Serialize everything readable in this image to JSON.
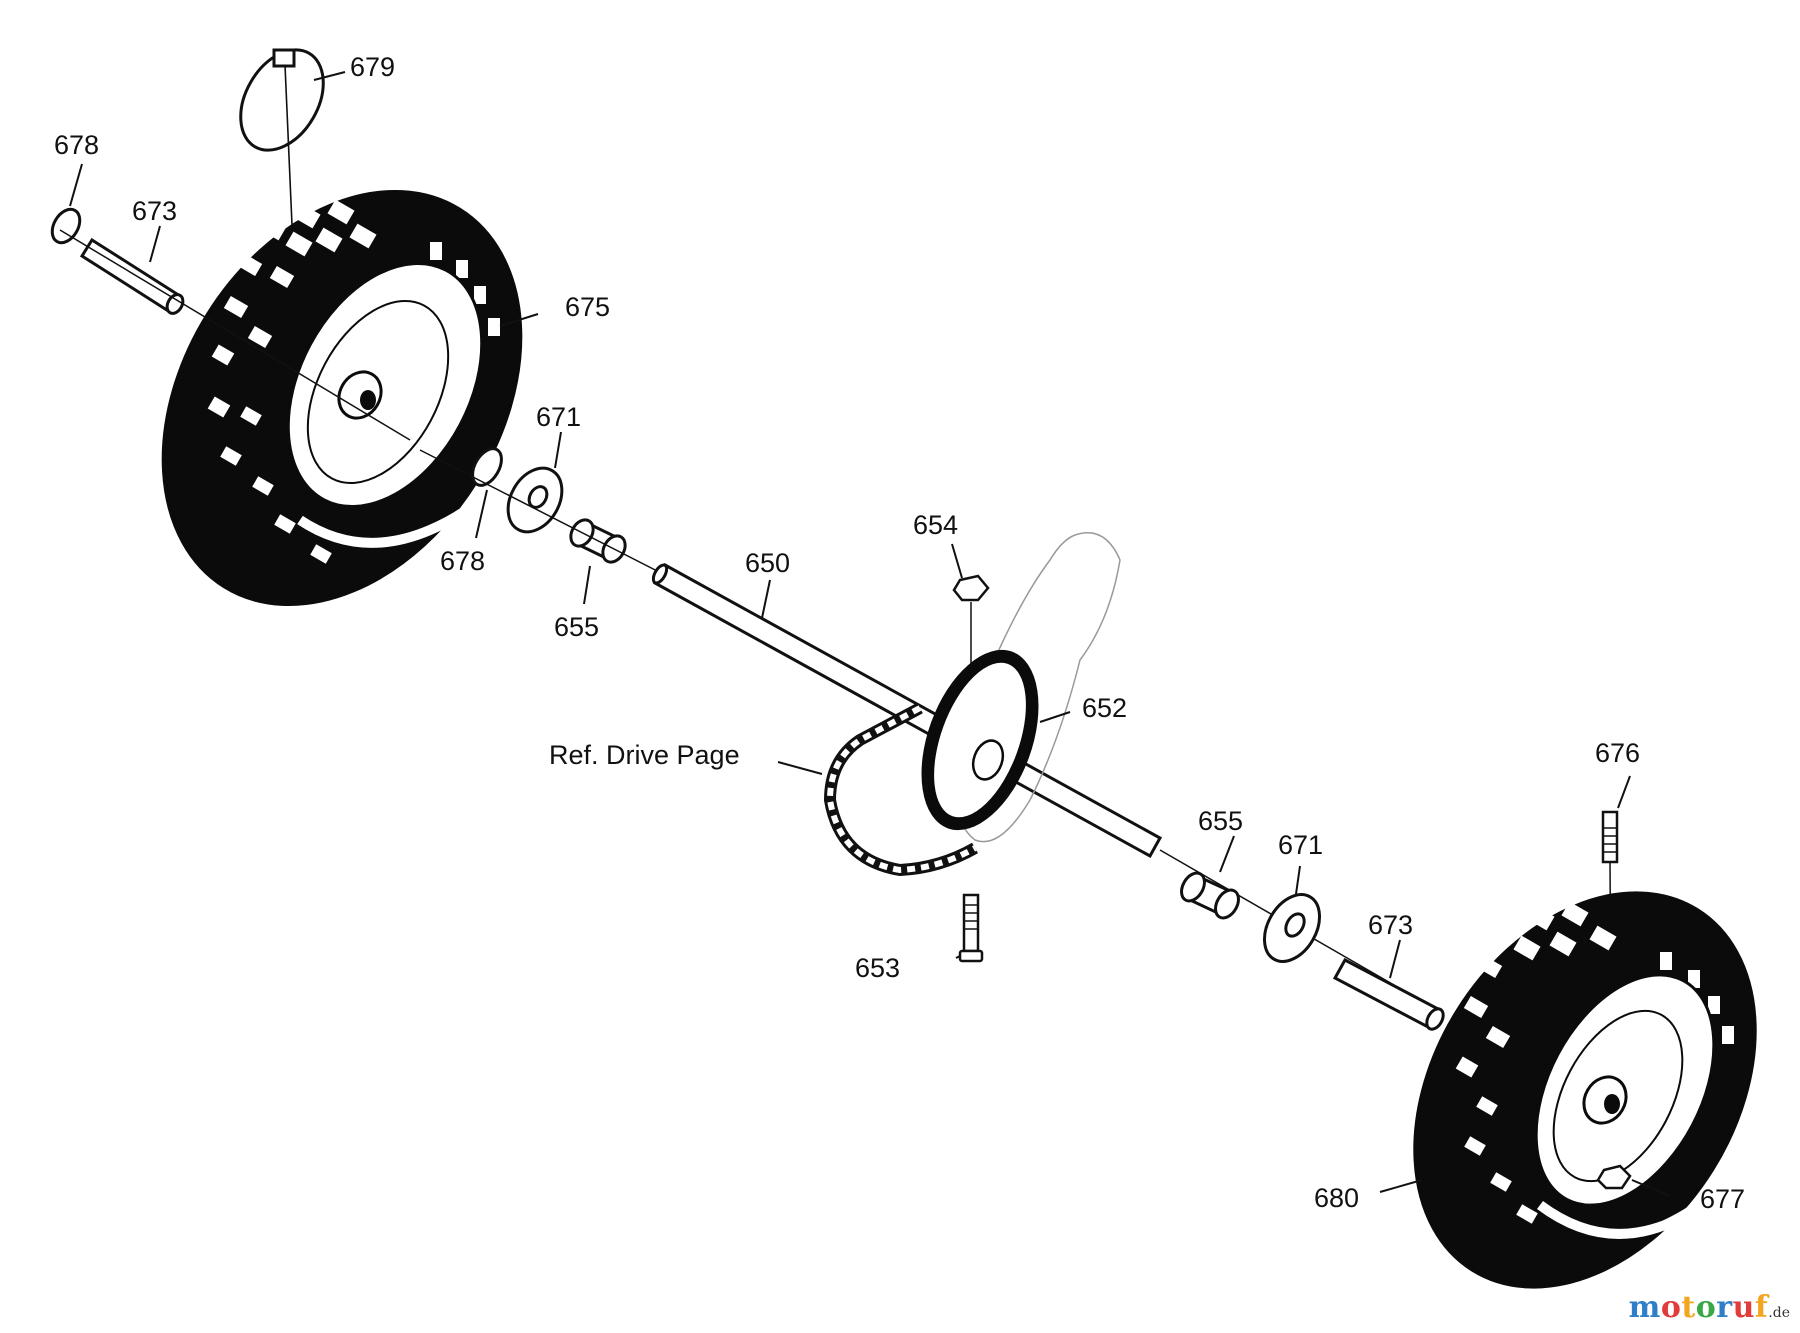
{
  "callouts": {
    "c679": "679",
    "c678_left": "678",
    "c673_left": "673",
    "c675": "675",
    "c671_left": "671",
    "c678_mid": "678",
    "c655_left": "655",
    "c654": "654",
    "c650": "650",
    "c652": "652",
    "ref_drive": "Ref. Drive Page",
    "c676": "676",
    "c655_right": "655",
    "c671_right": "671",
    "c673_right": "673",
    "c653": "653",
    "c680": "680",
    "c677": "677"
  },
  "watermark": {
    "letters": [
      "m",
      "o",
      "t",
      "o",
      "r",
      "u",
      "f"
    ],
    "letter_colors": [
      "#2e7fc8",
      "#e23b3b",
      "#f2a51e",
      "#39a845",
      "#2e7fc8",
      "#e23b3b",
      "#f2a51e"
    ],
    "tld": ".de"
  },
  "colors": {
    "line": "#111111",
    "tire": "#0b0b0b",
    "background": "#ffffff"
  }
}
